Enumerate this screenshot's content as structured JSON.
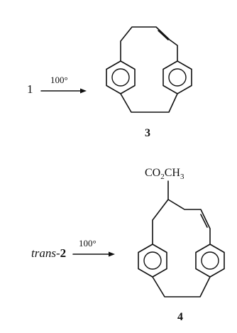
{
  "reaction_top": {
    "reactant": "1",
    "condition": "100°",
    "product_label": "3"
  },
  "reaction_bottom": {
    "reactant_prefix": "trans-",
    "reactant_number": "2",
    "condition": "100°",
    "product_label": "4",
    "substituent_main": "CO",
    "substituent_sub1": "2",
    "substituent_mid": "CH",
    "substituent_sub2": "3"
  }
}
